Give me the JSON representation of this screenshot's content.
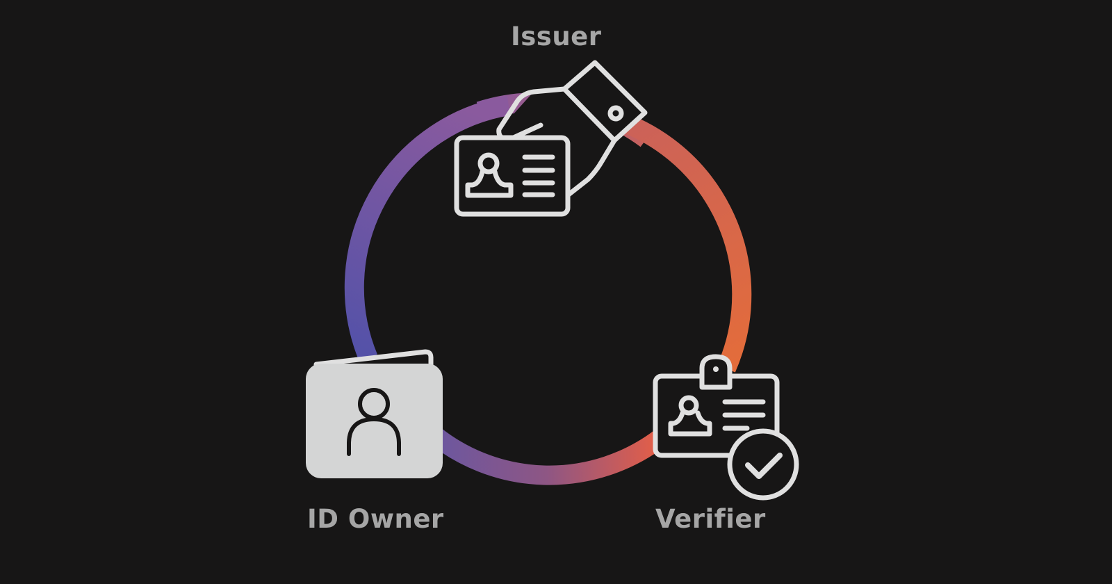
{
  "diagram": {
    "nodes": [
      {
        "id": "issuer",
        "label": "Issuer",
        "icon": "hand-giving-id-card-icon"
      },
      {
        "id": "owner",
        "label": "ID Owner",
        "icon": "id-wallet-icon"
      },
      {
        "id": "verifier",
        "label": "Verifier",
        "icon": "verified-badge-icon"
      }
    ],
    "cycle_colors": {
      "purple": "#8a5a9e",
      "blue": "#5552a8",
      "mauve": "#8e5684",
      "orange": "#e36c3b"
    },
    "icon_color": "#e0e0e0",
    "label_color": "#a6a6a6",
    "background": "#171616"
  }
}
